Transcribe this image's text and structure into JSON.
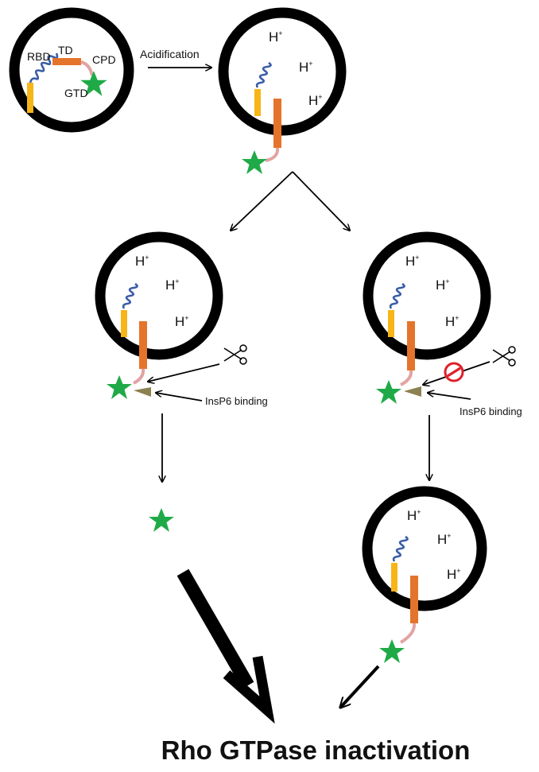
{
  "labels": {
    "rbd": "RBD",
    "td": "TD",
    "cpd": "CPD",
    "gtd": "GTD",
    "acidification": "Acidification",
    "h": "H",
    "h_sup": "+",
    "insp6_left": "InsP6 binding",
    "insp6_right": "InsP6 binding",
    "final": "Rho GTPase inactivation"
  },
  "colors": {
    "membrane": "#000000",
    "rbd_helix": "#3a5da8",
    "td_bar": "#e4742c",
    "anchor_bar": "#f7b518",
    "cpd_linker": "#e3a3a3",
    "gtd_star": "#1faa47",
    "insp6": "#8c8150",
    "inhibit": "#e0202a"
  },
  "icons": [
    "scissors-icon",
    "no-entry-icon",
    "star-icon"
  ]
}
